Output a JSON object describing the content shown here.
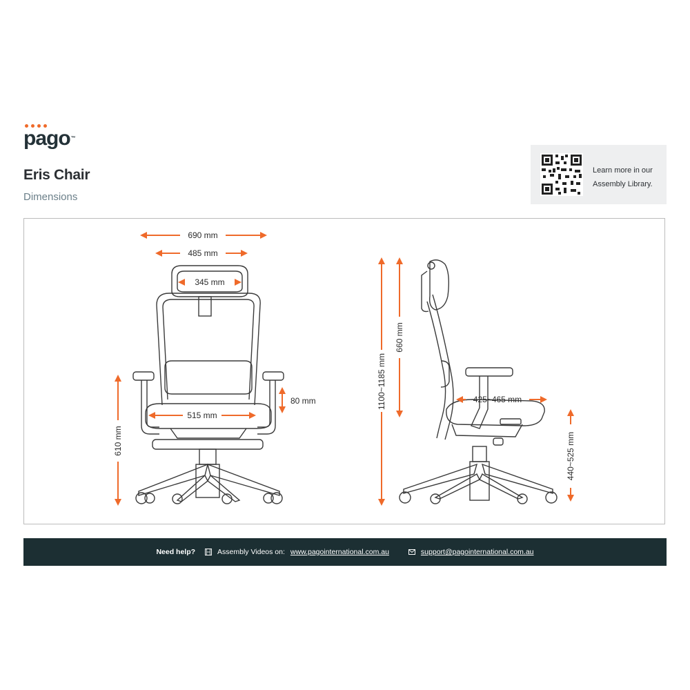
{
  "brand": {
    "name": "pago",
    "tm": "™"
  },
  "header": {
    "title": "Eris Chair",
    "subtitle": "Dimensions"
  },
  "qr_panel": {
    "text_line1": "Learn more in our",
    "text_line2": "Assembly Library."
  },
  "dimensions": {
    "front_overall_width": "690 mm",
    "front_base_width": "485 mm",
    "headrest_width": "345 mm",
    "seat_width": "515 mm",
    "armrest_adjust": "80 mm",
    "armrest_height": "610 mm",
    "total_height": "1100~1185 mm",
    "backrest_height": "660 mm",
    "seat_depth": "425~465 mm",
    "seat_height": "440~525 mm"
  },
  "footer": {
    "help_label": "Need help?",
    "videos_label": "Assembly Videos on:",
    "videos_link": "www.pagointernational.com.au",
    "support_link": "support@pagointernational.com.au"
  },
  "colors": {
    "accent": "#ef6a2a",
    "footer_bg": "#1c2f33",
    "line": "#3a3a3a"
  },
  "icons": {
    "video": "film-icon",
    "email": "envelope-icon"
  }
}
